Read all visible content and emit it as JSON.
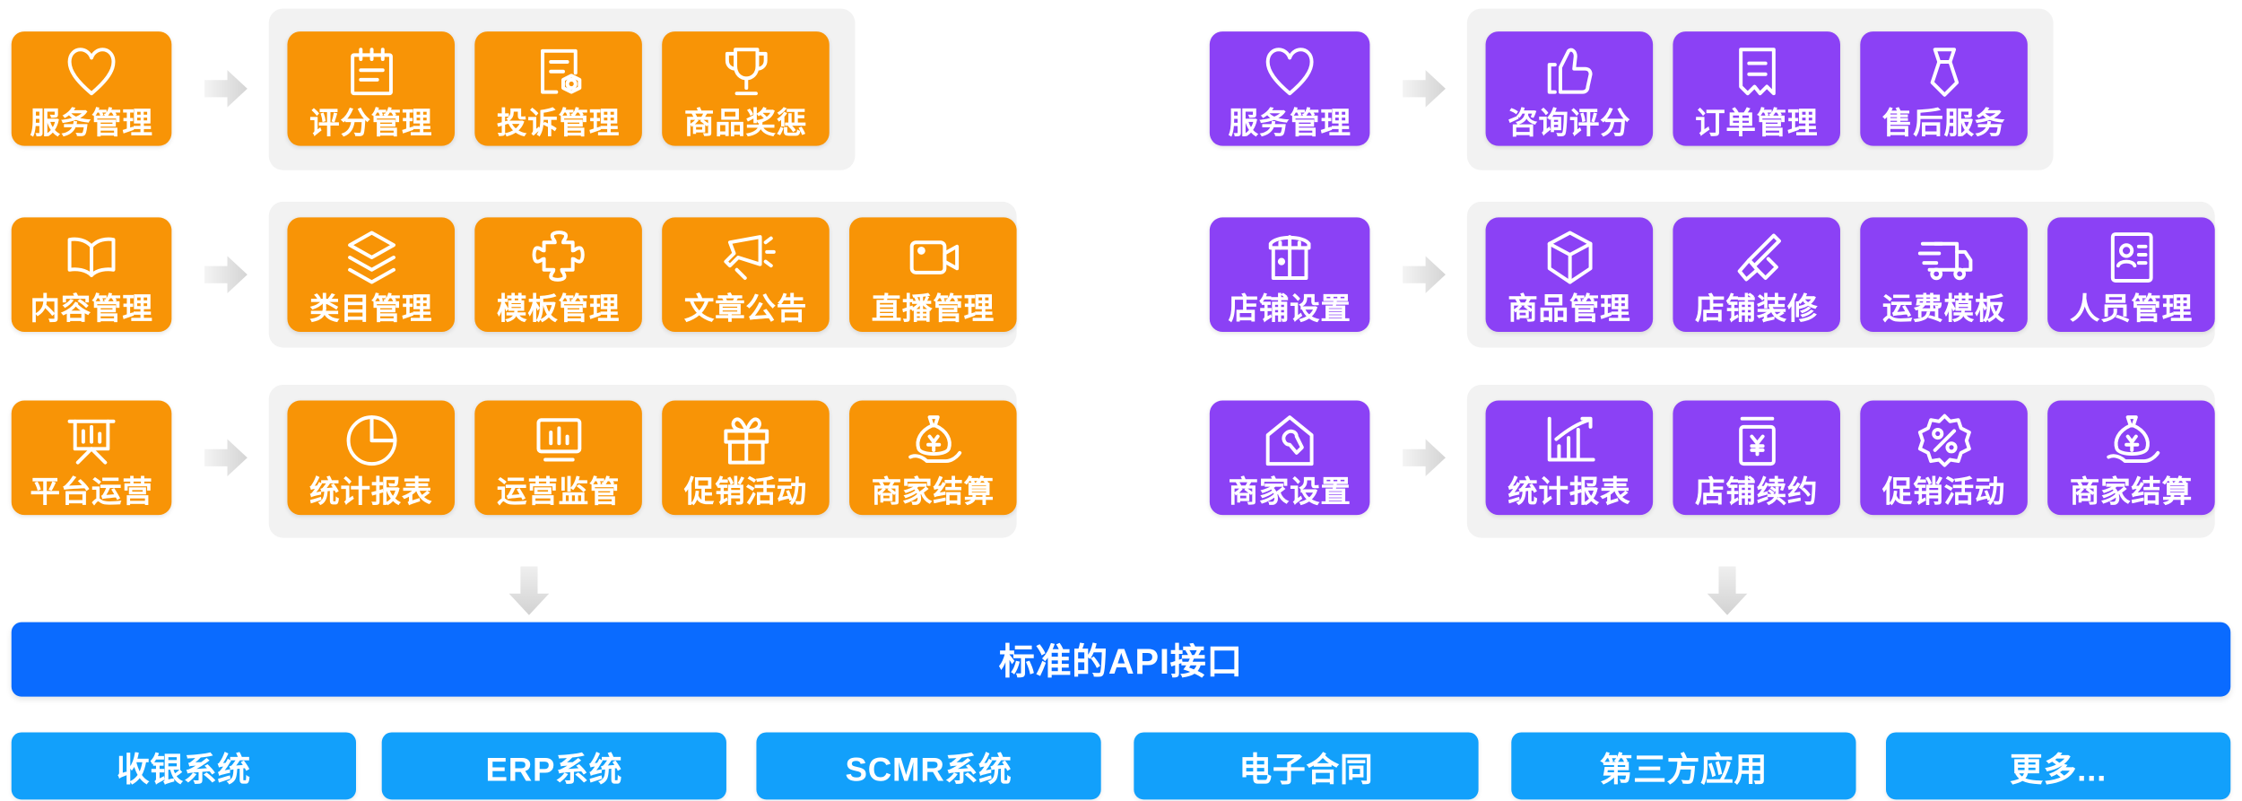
{
  "colors": {
    "orange": "#F89406",
    "purple": "#8B41F5",
    "api_blue": "#0A6BFF",
    "system_blue": "#12A0FB",
    "group_bg": "#F2F2F2",
    "page_bg": "#FFFFFF",
    "arrow_gray": "#DEDEDE"
  },
  "left_column": {
    "rows": [
      {
        "parent": {
          "label": "服务管理",
          "icon": "heart-icon"
        },
        "children": [
          {
            "label": "评分管理",
            "icon": "clipboard-lines-icon"
          },
          {
            "label": "投诉管理",
            "icon": "document-seal-icon"
          },
          {
            "label": "商品奖惩",
            "icon": "trophy-icon"
          }
        ]
      },
      {
        "parent": {
          "label": "内容管理",
          "icon": "open-book-icon"
        },
        "children": [
          {
            "label": "类目管理",
            "icon": "layers-icon"
          },
          {
            "label": "模板管理",
            "icon": "puzzle-piece-icon"
          },
          {
            "label": "文章公告",
            "icon": "megaphone-icon"
          },
          {
            "label": "直播管理",
            "icon": "video-camera-icon"
          }
        ]
      },
      {
        "parent": {
          "label": "平台运营",
          "icon": "bar-chart-board-icon"
        },
        "children": [
          {
            "label": "统计报表",
            "icon": "pie-chart-icon"
          },
          {
            "label": "运营监管",
            "icon": "monitor-chart-icon"
          },
          {
            "label": "促销活动",
            "icon": "gift-icon"
          },
          {
            "label": "商家结算",
            "icon": "money-bag-hand-icon"
          }
        ]
      }
    ]
  },
  "right_column": {
    "rows": [
      {
        "parent": {
          "label": "服务管理",
          "icon": "heart-icon"
        },
        "children": [
          {
            "label": "咨询评分",
            "icon": "thumbs-up-icon"
          },
          {
            "label": "订单管理",
            "icon": "receipt-icon"
          },
          {
            "label": "售后服务",
            "icon": "necktie-icon"
          }
        ]
      },
      {
        "parent": {
          "label": "店铺设置",
          "icon": "storefront-icon"
        },
        "children": [
          {
            "label": "商品管理",
            "icon": "cube-box-icon"
          },
          {
            "label": "店铺装修",
            "icon": "paint-brush-icon"
          },
          {
            "label": "运费模板",
            "icon": "delivery-truck-icon"
          },
          {
            "label": "人员管理",
            "icon": "id-card-icon"
          }
        ]
      },
      {
        "parent": {
          "label": "商家设置",
          "icon": "house-wrench-icon"
        },
        "children": [
          {
            "label": "统计报表",
            "icon": "growth-chart-icon"
          },
          {
            "label": "店铺续约",
            "icon": "yuan-document-icon"
          },
          {
            "label": "促销活动",
            "icon": "percent-badge-icon"
          },
          {
            "label": "商家结算",
            "icon": "money-bag-hand-icon"
          }
        ]
      }
    ]
  },
  "api_bar": {
    "label": "标准的API接口"
  },
  "systems": [
    {
      "label": "收银系统"
    },
    {
      "label": "ERP系统"
    },
    {
      "label": "SCMR系统"
    },
    {
      "label": "电子合同"
    },
    {
      "label": "第三方应用"
    },
    {
      "label": "更多..."
    }
  ]
}
